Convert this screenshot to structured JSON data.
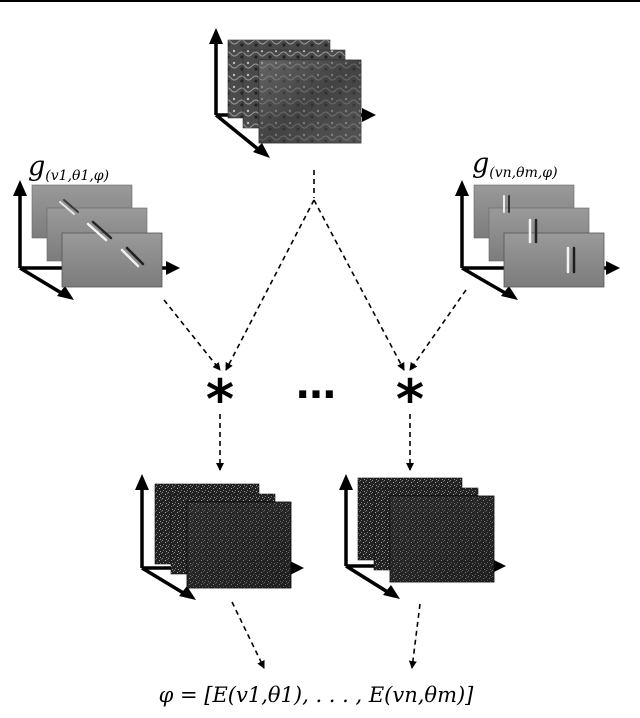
{
  "labels": {
    "filter_left": "g",
    "filter_left_sub": "(v1,θ1,φ)",
    "filter_right": "g",
    "filter_right_sub": "(vn,θm,φ)",
    "convolution_symbol": "*",
    "ellipsis": "…",
    "output_formula": "φ = [E(v1,θ1), . . . , E(vn,θm)]"
  },
  "colors": {
    "line": "#000000",
    "filter_panel": "#8a8a8a",
    "response_panel": "#262626",
    "input_panel": "#5a5a5a"
  }
}
